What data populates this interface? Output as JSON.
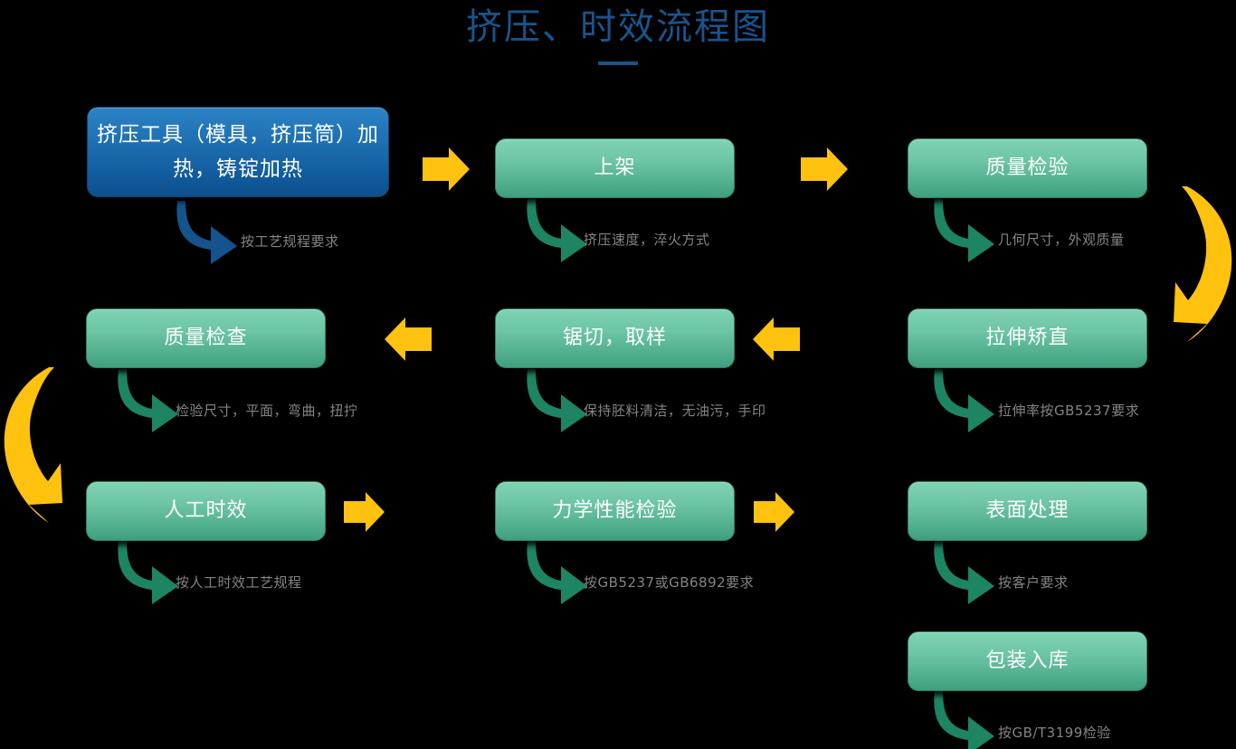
{
  "title": {
    "text": "挤压、时效流程图",
    "color": "#19548c",
    "rule_color": "#19548c"
  },
  "colors": {
    "background": "#000000",
    "green_box_top": "#7fd3b2",
    "green_box_bottom": "#3f9e7d",
    "blue_box_top": "#2b82c4",
    "blue_box_bottom": "#0d4f8c",
    "yellow_arrow": "#ffc20e",
    "green_arrow": "#1d8464",
    "blue_arrow": "#15538d",
    "note_text": "#848484",
    "box_text": "#ffffff"
  },
  "flow": {
    "nodes": [
      {
        "id": "node-extrusion-tool-heating",
        "label": "挤压工具（模具，挤压筒）加热，铸锭加热",
        "style": "blue",
        "note": "按工艺规程要求",
        "note_arrow_color": "#15538d",
        "row": 1,
        "column": 1
      },
      {
        "id": "node-loading",
        "label": "上架",
        "style": "green",
        "note": "挤压速度，淬火方式",
        "note_arrow_color": "#1d8464",
        "row": 1,
        "column": 2
      },
      {
        "id": "node-quality-inspection",
        "label": "质量检验",
        "style": "green",
        "note": "几何尺寸，外观质量",
        "note_arrow_color": "#1d8464",
        "row": 1,
        "column": 3
      },
      {
        "id": "node-quality-check",
        "label": "质量检查",
        "style": "green",
        "note": "检验尺寸，平面，弯曲，扭拧",
        "note_arrow_color": "#1d8464",
        "row": 2,
        "column": 1
      },
      {
        "id": "node-sawing-sampling",
        "label": "锯切，取样",
        "style": "green",
        "note": "保持胚料清洁，无油污，手印",
        "note_arrow_color": "#1d8464",
        "row": 2,
        "column": 2
      },
      {
        "id": "node-stretch-straightening",
        "label": "拉伸矫直",
        "style": "green",
        "note": "拉伸率按GB5237要求",
        "note_arrow_color": "#1d8464",
        "row": 2,
        "column": 3
      },
      {
        "id": "node-artificial-aging",
        "label": "人工时效",
        "style": "green",
        "note": "按人工时效工艺规程",
        "note_arrow_color": "#1d8464",
        "row": 3,
        "column": 1
      },
      {
        "id": "node-mechanical-property-test",
        "label": "力学性能检验",
        "style": "green",
        "note": "按GB5237或GB6892要求",
        "note_arrow_color": "#1d8464",
        "row": 3,
        "column": 2
      },
      {
        "id": "node-surface-treatment",
        "label": "表面处理",
        "style": "green",
        "note": "按客户要求",
        "note_arrow_color": "#1d8464",
        "row": 3,
        "column": 3
      },
      {
        "id": "node-packaging-storage",
        "label": "包装入库",
        "style": "green",
        "note": "按GB/T3199检验",
        "note_arrow_color": "#1d8464",
        "row": 4,
        "column": 3
      }
    ],
    "connectors": [
      {
        "id": "connector-row1-1to2",
        "kind": "block-arrow",
        "direction": "right",
        "color": "#ffc20e"
      },
      {
        "id": "connector-row1-2to3",
        "kind": "block-arrow",
        "direction": "right",
        "color": "#ffc20e"
      },
      {
        "id": "connector-right-wrap",
        "kind": "curved-arrow",
        "direction": "down-left",
        "color": "#ffc20e"
      },
      {
        "id": "connector-row2-3to2",
        "kind": "block-arrow",
        "direction": "left",
        "color": "#ffc20e"
      },
      {
        "id": "connector-row2-2to1",
        "kind": "block-arrow",
        "direction": "left",
        "color": "#ffc20e"
      },
      {
        "id": "connector-left-wrap",
        "kind": "curved-arrow",
        "direction": "down-right",
        "color": "#ffc20e"
      },
      {
        "id": "connector-row3-1to2",
        "kind": "block-arrow",
        "direction": "right",
        "color": "#ffc20e"
      },
      {
        "id": "connector-row3-2to3",
        "kind": "block-arrow",
        "direction": "right",
        "color": "#ffc20e"
      }
    ]
  }
}
